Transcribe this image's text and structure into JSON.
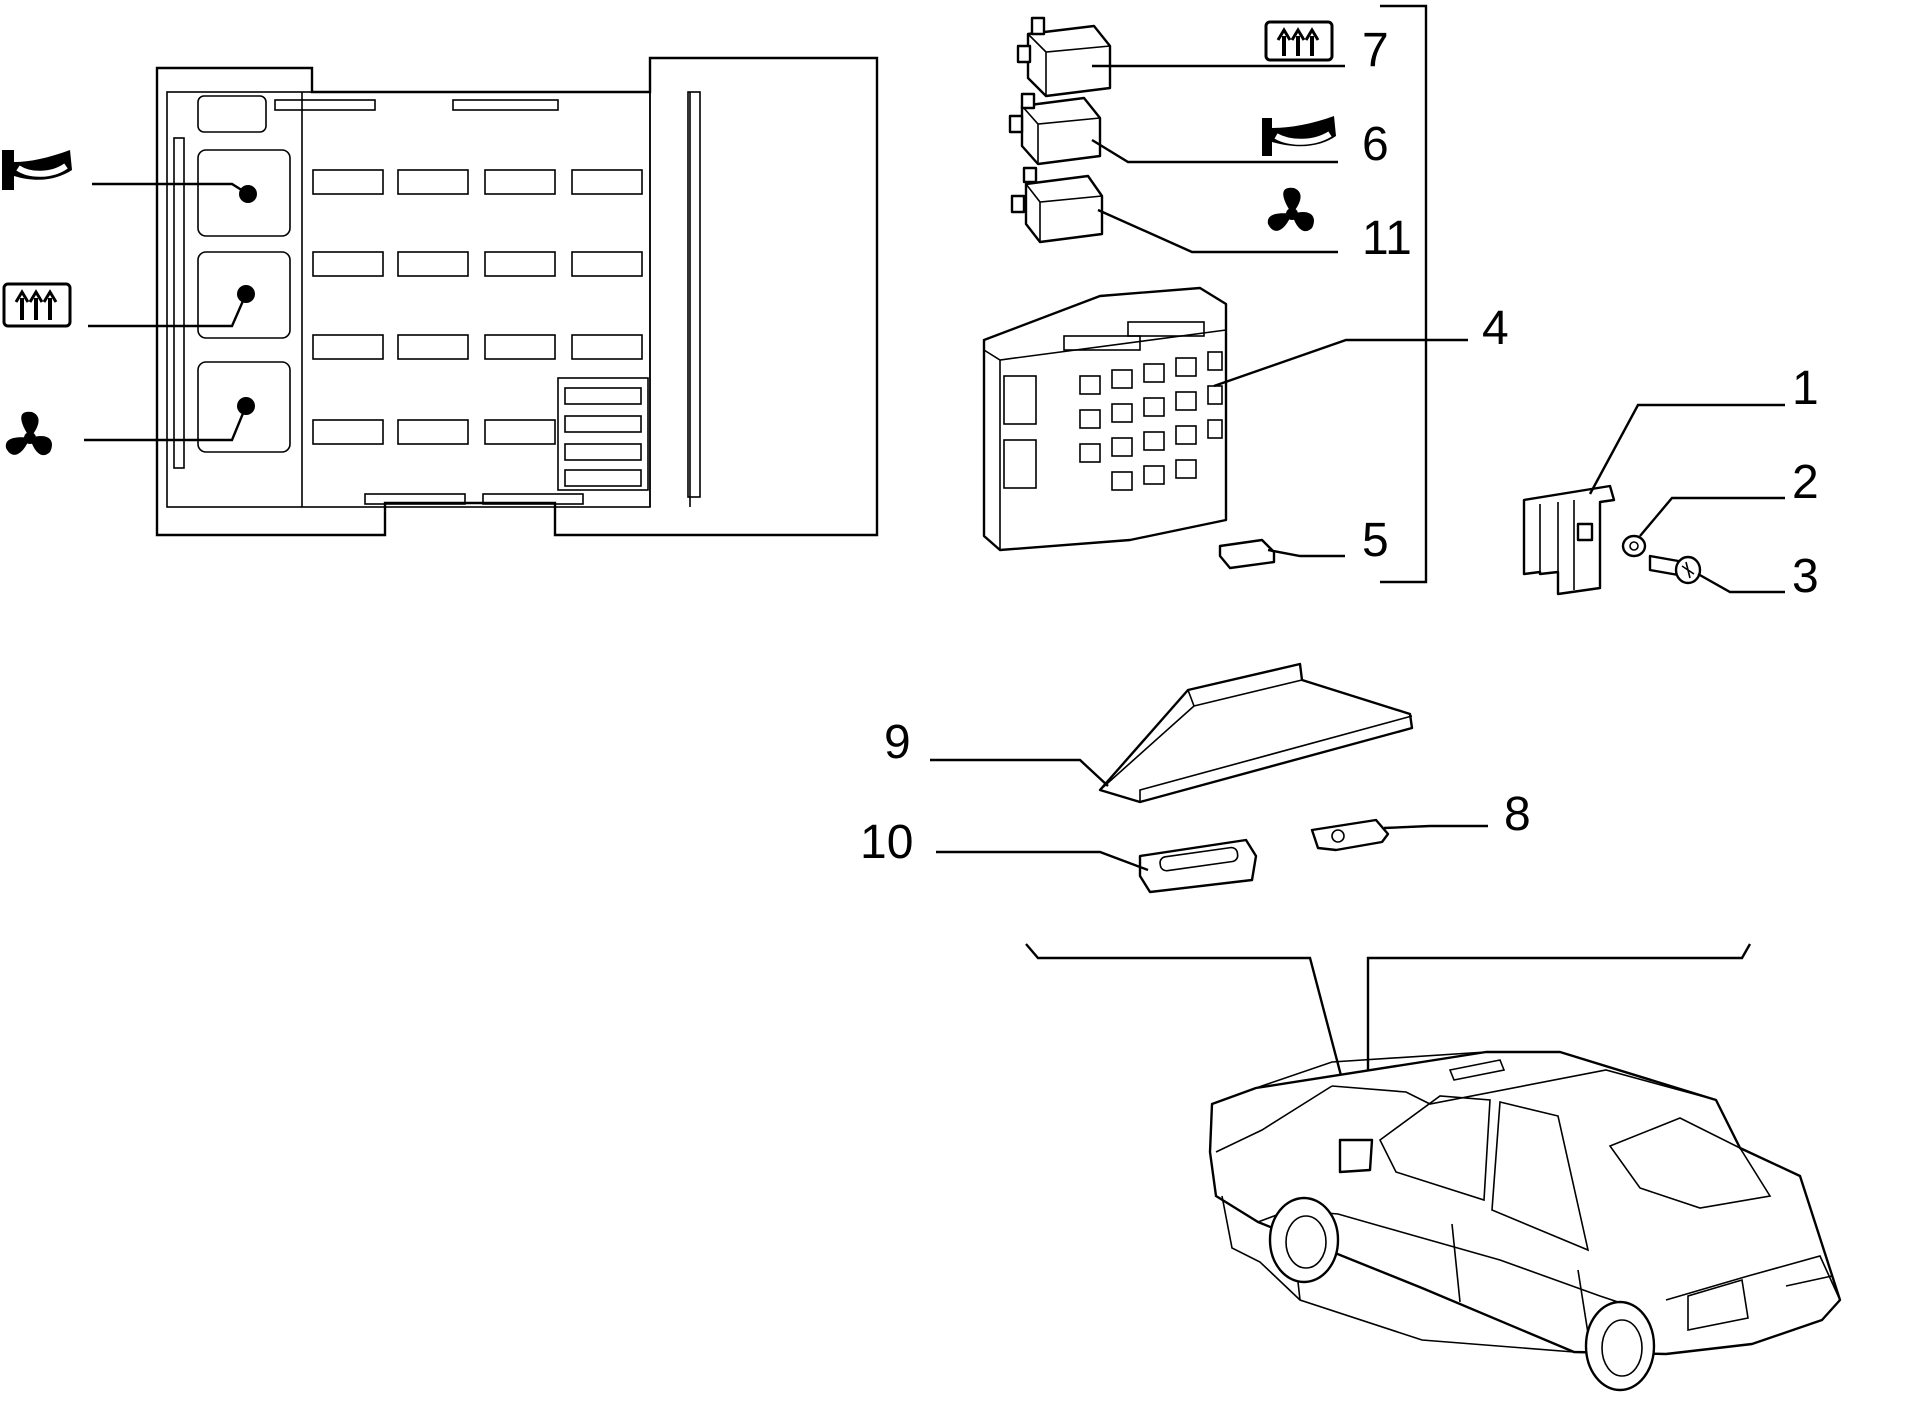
{
  "callouts": {
    "c1": "1",
    "c2": "2",
    "c3": "3",
    "c4": "4",
    "c5": "5",
    "c6": "6",
    "c7": "7",
    "c8": "8",
    "c9": "9",
    "c10": "10",
    "c11": "11"
  },
  "relay_symbols": {
    "horn": "horn-icon",
    "rear_window_heater": "rear-window-heater-icon",
    "fan": "fan-icon"
  }
}
